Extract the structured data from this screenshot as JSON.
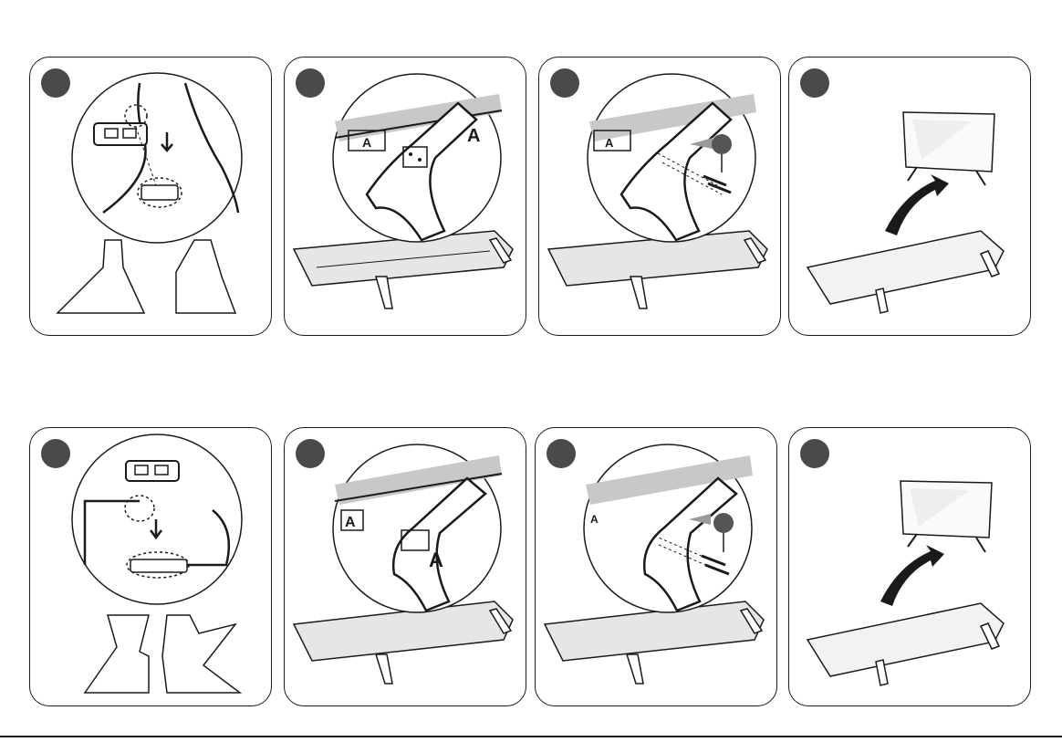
{
  "labels": {
    "part_letter": "A"
  },
  "colors": {
    "outline": "#1a1a1a",
    "badge": "#4a4a4a",
    "shadow": "#c8c8c8",
    "arrow": "#1a1a1a",
    "screw_bullet": "#555555"
  },
  "rows": [
    {
      "panels": [
        {
          "icon": "stand-feet-assembly"
        },
        {
          "icon": "attach-stand-to-tv"
        },
        {
          "icon": "insert-screws"
        },
        {
          "icon": "lift-tv-upright"
        }
      ]
    },
    {
      "panels": [
        {
          "icon": "stand-feet-assembly"
        },
        {
          "icon": "attach-stand-to-tv"
        },
        {
          "icon": "insert-screws"
        },
        {
          "icon": "lift-tv-upright"
        }
      ]
    }
  ]
}
